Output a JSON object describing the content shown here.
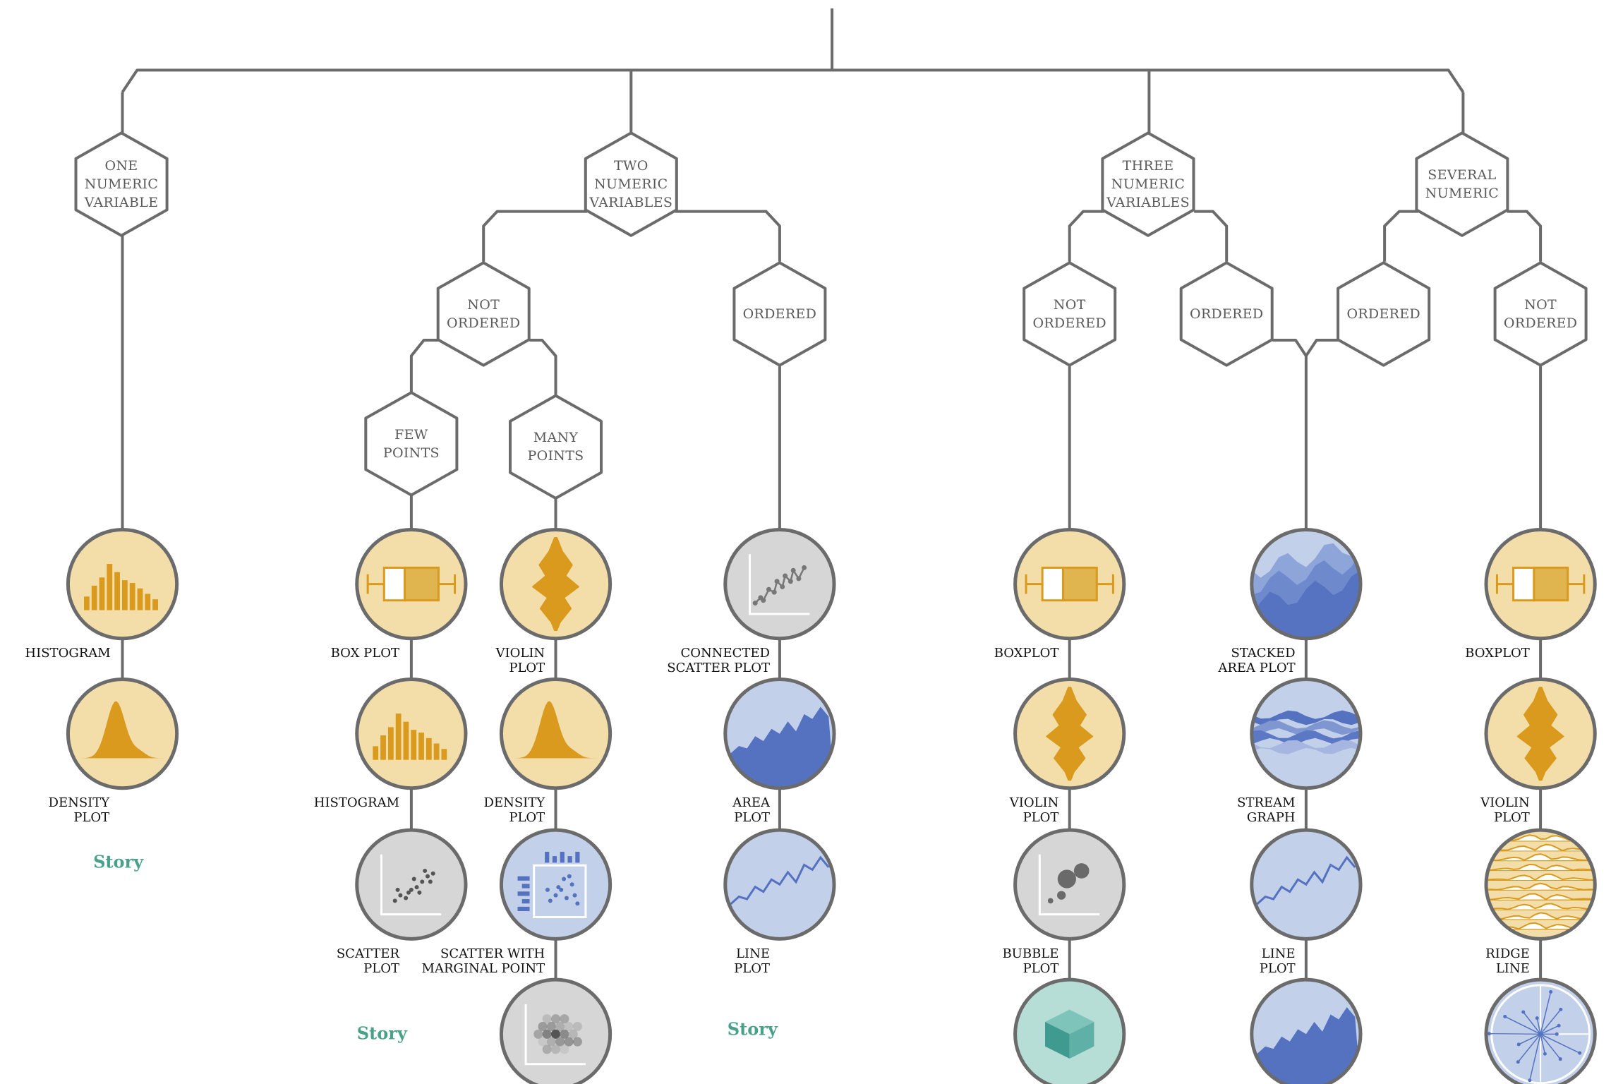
{
  "hexes": {
    "one_numeric": "ONE\nNUMERIC\nVARIABLE",
    "two_numeric": "TWO\nNUMERIC\nVARIABLES",
    "three_numeric": "THREE\nNUMERIC\nVARIABLES",
    "several_numeric": "SEVERAL\nNUMERIC",
    "two_not_ordered": "NOT\nORDERED",
    "two_ordered": "ORDERED",
    "few_points": "FEW\nPOINTS",
    "many_points": "MANY\nPOINTS",
    "three_not_ordered": "NOT\nORDERED",
    "three_ordered": "ORDERED",
    "several_ordered": "ORDERED",
    "several_not_ordered": "NOT\nORDERED"
  },
  "leaves": {
    "c1_histogram": "HISTOGRAM",
    "c1_density": "DENSITY\nPLOT",
    "c2_boxplot": "BOX PLOT",
    "c2_histogram": "HISTOGRAM",
    "c2_scatter": "SCATTER\nPLOT",
    "c3_violin": "VIOLIN\nPLOT",
    "c3_density": "DENSITY\nPLOT",
    "c3_marginal": "SCATTER WITH\nMARGINAL POINT",
    "c4_connected": "CONNECTED\nSCATTER PLOT",
    "c4_area": "AREA\nPLOT",
    "c4_line": "LINE\nPLOT",
    "c5_boxplot": "BOXPLOT",
    "c5_violin": "VIOLIN\nPLOT",
    "c5_bubble": "BUBBLE\nPLOT",
    "c6_stacked": "STACKED\nAREA PLOT",
    "c6_stream": "STREAM\nGRAPH",
    "c6_line": "LINE\nPLOT",
    "c7_boxplot": "BOXPLOT",
    "c7_violin": "VIOLIN\nPLOT",
    "c7_ridge": "RIDGE\nLINE"
  },
  "stories": {
    "one": "Story",
    "two_few": "Story",
    "two_ordered": "Story"
  },
  "icons": {
    "c1_1": "histogram-icon",
    "c1_2": "density-plot-icon",
    "c2_1": "box-plot-icon",
    "c2_2": "histogram-icon",
    "c2_3": "scatter-plot-icon",
    "c3_1": "violin-plot-icon",
    "c3_2": "density-plot-icon",
    "c3_3": "scatter-marginal-icon",
    "c3_4": "2d-density-icon",
    "c4_1": "connected-scatter-icon",
    "c4_2": "area-plot-icon",
    "c4_3": "line-plot-icon",
    "c5_1": "box-plot-icon",
    "c5_2": "violin-plot-icon",
    "c5_3": "bubble-plot-icon",
    "c5_4": "3d-plot-icon",
    "c6_1": "stacked-area-icon",
    "c6_2": "streamgraph-icon",
    "c6_3": "line-plot-icon",
    "c6_4": "area-plot-icon",
    "c7_1": "box-plot-icon",
    "c7_2": "violin-plot-icon",
    "c7_3": "ridgeline-icon",
    "c7_4": "parallel-plot-icon"
  },
  "colors": {
    "line": "#6b6b6b",
    "hex_border": "#6b6b6b",
    "circle_border": "#6b6b6b",
    "yellow_fill": "#f3deaa",
    "yellow_dark": "#d99a1d",
    "blue_fill": "#c3d0ea",
    "blue_dark": "#5472c0",
    "gray_fill": "#d6d6d6",
    "gray_dark": "#777777",
    "teal_fill": "#b6ddd6",
    "teal_dark": "#3f9b90",
    "story": "#4aa18a"
  }
}
